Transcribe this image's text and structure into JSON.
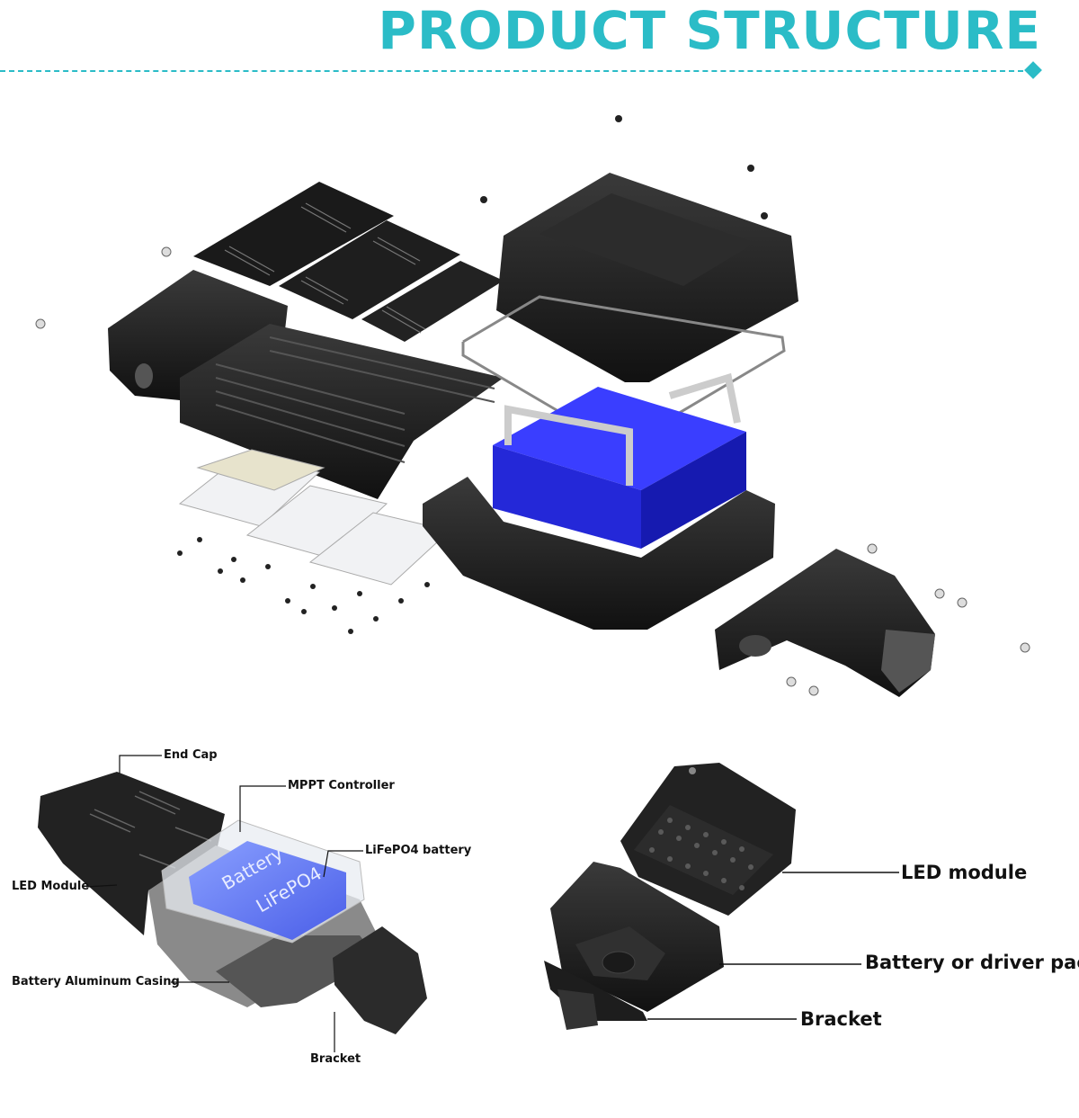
{
  "header": {
    "title": "PRODUCT STRUCTURE"
  },
  "battery_print": {
    "line1": "Battery",
    "line2": "LiFePO4"
  },
  "left_labels": {
    "end_cap": "End Cap",
    "mppt": "MPPT Controller",
    "lifepo4": "LiFePO4 battery",
    "led_module": "LED Module",
    "casing": "Battery Aluminum Casing",
    "bracket": "Bracket"
  },
  "right_labels": {
    "led_module": "LED module",
    "battery_pack": "Battery or driver pack",
    "bracket": "Bracket"
  },
  "colors": {
    "accent": "#2bbcc7",
    "battery": "#2a2ef0",
    "housing": "#1c1c1c"
  }
}
